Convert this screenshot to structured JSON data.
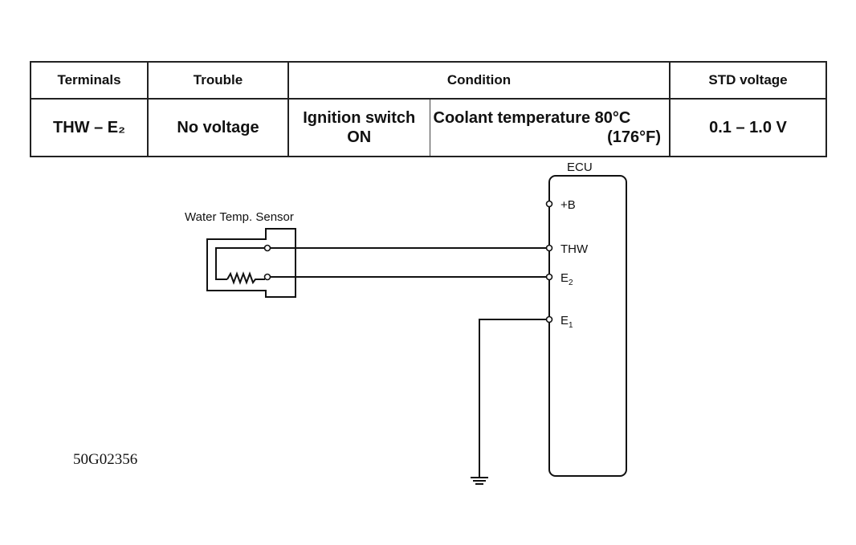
{
  "table": {
    "headers": {
      "terminals": "Terminals",
      "trouble": "Trouble",
      "condition": "Condition",
      "std_voltage": "STD voltage"
    },
    "row": {
      "terminals": "THW – E₂",
      "trouble": "No voltage",
      "condition_switch_line1": "Ignition switch",
      "condition_switch_line2": "ON",
      "condition_temp_line1": "Coolant temperature 80°C",
      "condition_temp_line2": "(176°F)",
      "std_voltage": "0.1 – 1.0 V"
    }
  },
  "diagram": {
    "sensor_label": "Water Temp. Sensor",
    "ecu_label": "ECU",
    "pins": {
      "plus_b": "+B",
      "thw": "THW",
      "e2_letter": "E",
      "e2_sub": "2",
      "e1_letter": "E",
      "e1_sub": "1"
    }
  },
  "figure_code": "50G02356"
}
